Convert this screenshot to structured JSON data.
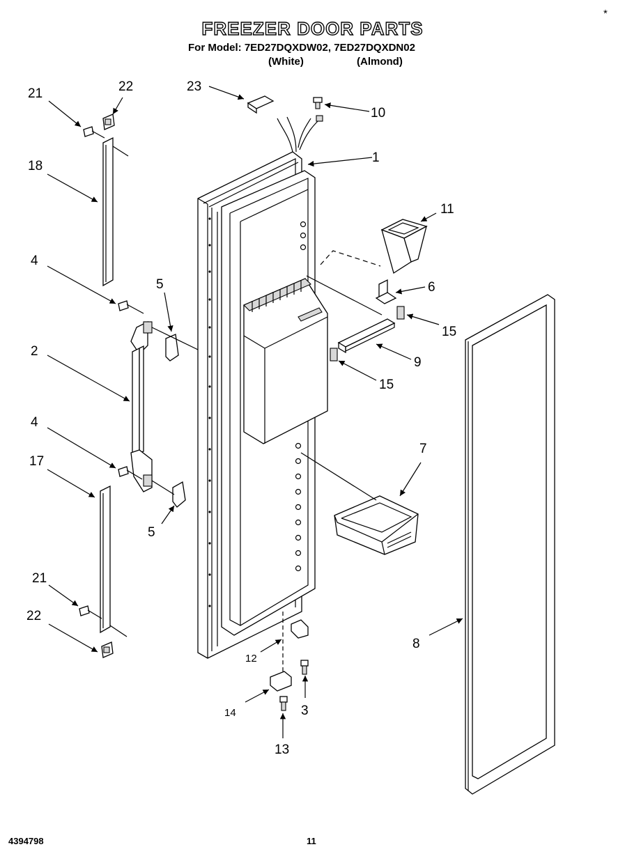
{
  "header": {
    "title": "FREEZER DOOR PARTS",
    "models": "For Model: 7ED27DQXDW02, 7ED27DQXDN02",
    "variant_white": "(White)",
    "variant_almond": "(Almond)"
  },
  "footer": {
    "doc_number": "4394798",
    "page_number": "11"
  },
  "callouts": {
    "c1": "1",
    "c2": "2",
    "c3": "3",
    "c4a": "4",
    "c4b": "4",
    "c5a": "5",
    "c5b": "5",
    "c6": "6",
    "c7": "7",
    "c8": "8",
    "c9": "9",
    "c10": "10",
    "c11": "11",
    "c12": "12",
    "c13": "13",
    "c14": "14",
    "c15a": "15",
    "c15b": "15",
    "c17": "17",
    "c18": "18",
    "c21a": "21",
    "c21b": "21",
    "c22a": "22",
    "c22b": "22",
    "c23": "23"
  },
  "corner_mark": "*"
}
